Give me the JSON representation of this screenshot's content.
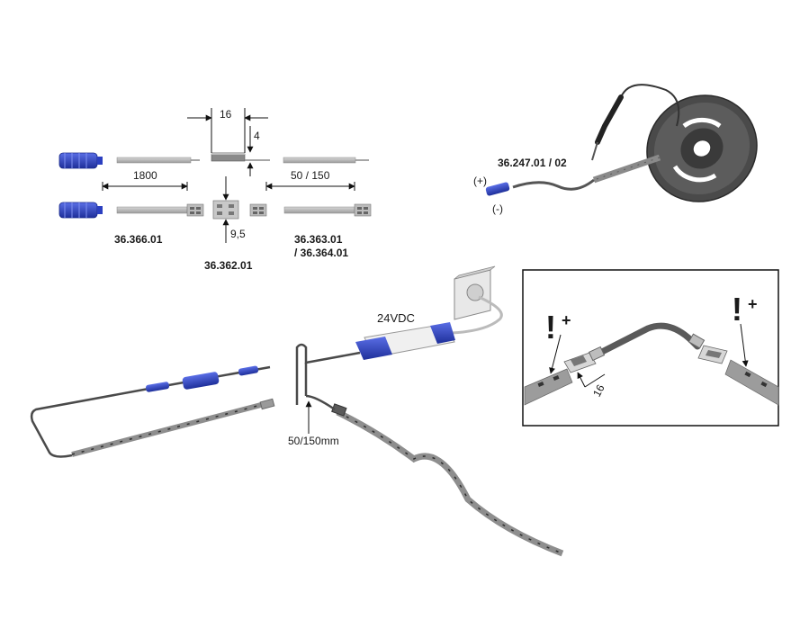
{
  "dimensions": {
    "connector_width": "16",
    "connector_height": "4",
    "cable_length": "1800",
    "cable_short_length": "50 / 150",
    "clip_width": "9,5",
    "inset_width": "16",
    "strip_spacing": "50/150mm"
  },
  "part_numbers": {
    "supply_cable": "36.366.01",
    "connector_clip": "36.362.01",
    "extension_cable_line1": "36.363.01",
    "extension_cable_line2": "/ 36.364.01",
    "soldering_set": "36.247.01 / 02"
  },
  "polarity": {
    "plus": "(+)",
    "minus": "(-)"
  },
  "driver": {
    "voltage": "24VDC"
  },
  "warning": {
    "symbol": "!",
    "sign": "+"
  },
  "colors": {
    "connector_blue": "#2b3fc0",
    "strip_gray": "#9a9a9a",
    "cable_dark": "#4a4a4a"
  }
}
